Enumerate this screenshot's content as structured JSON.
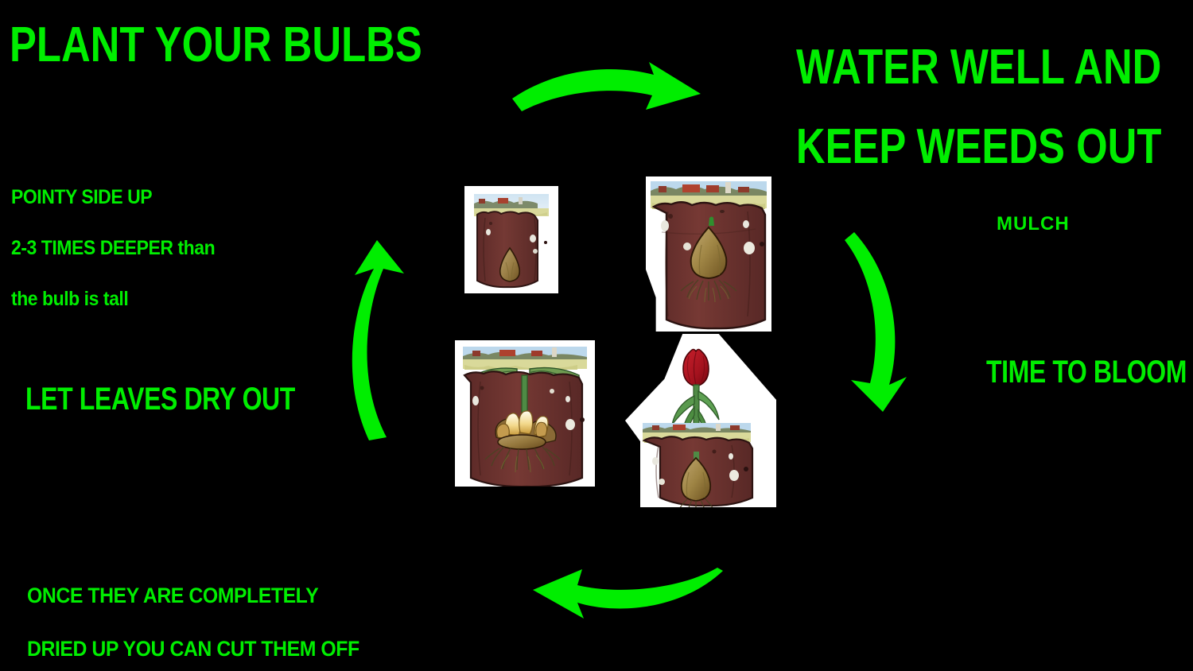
{
  "colors": {
    "background": "#000000",
    "accent_green": "#00ee00",
    "soil": "#6b3330",
    "bulb": "#a8935f",
    "flower_red": "#b01520",
    "leaf_green": "#4f8a45",
    "sky": "#bcd8ec",
    "field": "#d9d99a",
    "card": "#ffffff"
  },
  "labels": {
    "title_plant": "PLANT YOUR BULBS",
    "title_water_line1": "WATER WELL AND",
    "title_water_line2": "KEEP WEEDS OUT",
    "note_pointy_line1": "POINTY SIDE UP",
    "note_pointy_line2": "2-3 TIMES DEEPER than",
    "note_pointy_line3": "the bulb is tall",
    "label_mulch": "MULCH",
    "label_time_to_bloom": "TIME TO BLOOM",
    "label_let_leaves_dry": "LET LEAVES DRY OUT",
    "note_cut_line1": "ONCE THEY ARE COMPLETELY",
    "note_cut_line2": "DRIED UP YOU CAN CUT THEM OFF"
  },
  "arrows": [
    {
      "name": "arrow-top",
      "direction": "right",
      "curve": "arc-up",
      "from": "PLANT YOUR BULBS",
      "to": "WATER WELL AND KEEP WEEDS OUT"
    },
    {
      "name": "arrow-right",
      "direction": "down",
      "curve": "arc-right",
      "from": "MULCH",
      "to": "TIME TO BLOOM"
    },
    {
      "name": "arrow-bottom",
      "direction": "left",
      "curve": "arc-down",
      "from": "TIME TO BLOOM",
      "to": "ONCE THEY ARE COMPLETELY DRIED UP YOU CAN CUT THEM OFF"
    },
    {
      "name": "arrow-left",
      "direction": "up",
      "curve": "arc-left",
      "from": "LET LEAVES DRY OUT",
      "to": "PLANT YOUR BULBS"
    }
  ],
  "stages": [
    {
      "name": "planted-bulb",
      "caption": "Bulb planted pointy side up in soil, no roots yet"
    },
    {
      "name": "sprouting-bulb",
      "caption": "Bulb with roots and green sprout tip under mulched soil"
    },
    {
      "name": "blooming-tulip",
      "caption": "Red tulip in bloom on tall stem with leaves above soil"
    },
    {
      "name": "dried-leaves",
      "caption": "Leaves dried flat on soil, bulb dividing into offsets"
    }
  ]
}
